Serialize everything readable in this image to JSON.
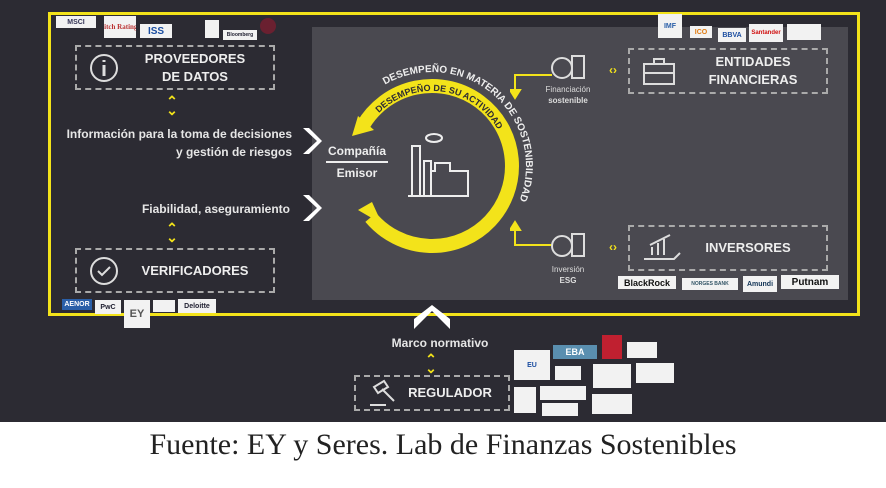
{
  "boxes": {
    "proveedores": "PROVEEDORES DE DATOS",
    "verificadores": "VERIFICADORES",
    "entidades": "ENTIDADES FINANCIERAS",
    "inversores": "INVERSORES",
    "regulador": "REGULADOR"
  },
  "labels": {
    "informacion_1": "Información para la toma de decisiones",
    "informacion_2": "y gestión de riesgos",
    "fiabilidad": "Fiabilidad, aseguramiento",
    "compania": "Compañía",
    "emisor": "Emisor",
    "financiacion": "Financiación",
    "sostenible": "sostenible",
    "inversion": "Inversión",
    "esg": "ESG",
    "marco": "Marco normativo"
  },
  "arc_text": {
    "outer": "DESEMPEÑO EN MATERIA DE SOSTENIBILIDAD",
    "inner": "DESEMPEÑO DE SU ACTIVIDAD"
  },
  "logos": {
    "data": [
      "MSCI",
      "Fitch Ratings",
      "ISS",
      "Bloomberg"
    ],
    "verif": [
      "AENOR",
      "PwC",
      "EY",
      "Deloitte"
    ],
    "banks": [
      "IMF",
      "ICO",
      "BBVA",
      "Santander"
    ],
    "investors": [
      "BlackRock",
      "NORGES BANK",
      "Amundi",
      "Putnam"
    ],
    "reg": [
      "EBA",
      "EU"
    ]
  },
  "caption": "Fuente: EY y Seres. Lab de Finanzas Sostenibles",
  "colors": {
    "accent": "#f3e31a",
    "background": "#2c2b33",
    "panel": "#4a4950"
  }
}
